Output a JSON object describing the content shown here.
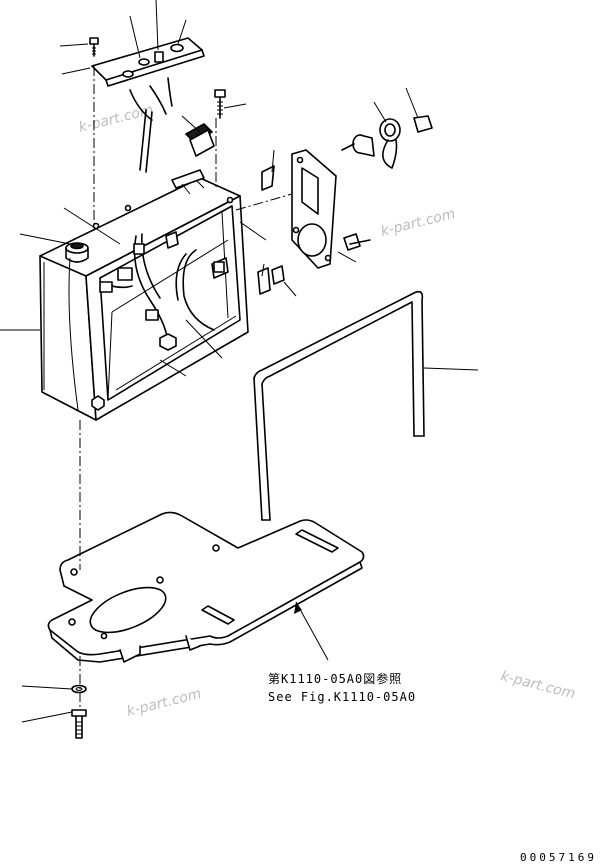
{
  "reference": {
    "japanese": "第K1110-05A0図参照",
    "english": "See Fig.K1110-05A0"
  },
  "watermarks": [
    "k-part.com",
    "k-part.com",
    "k-part.com",
    "k-part.com"
  ],
  "document_number": "00057169"
}
